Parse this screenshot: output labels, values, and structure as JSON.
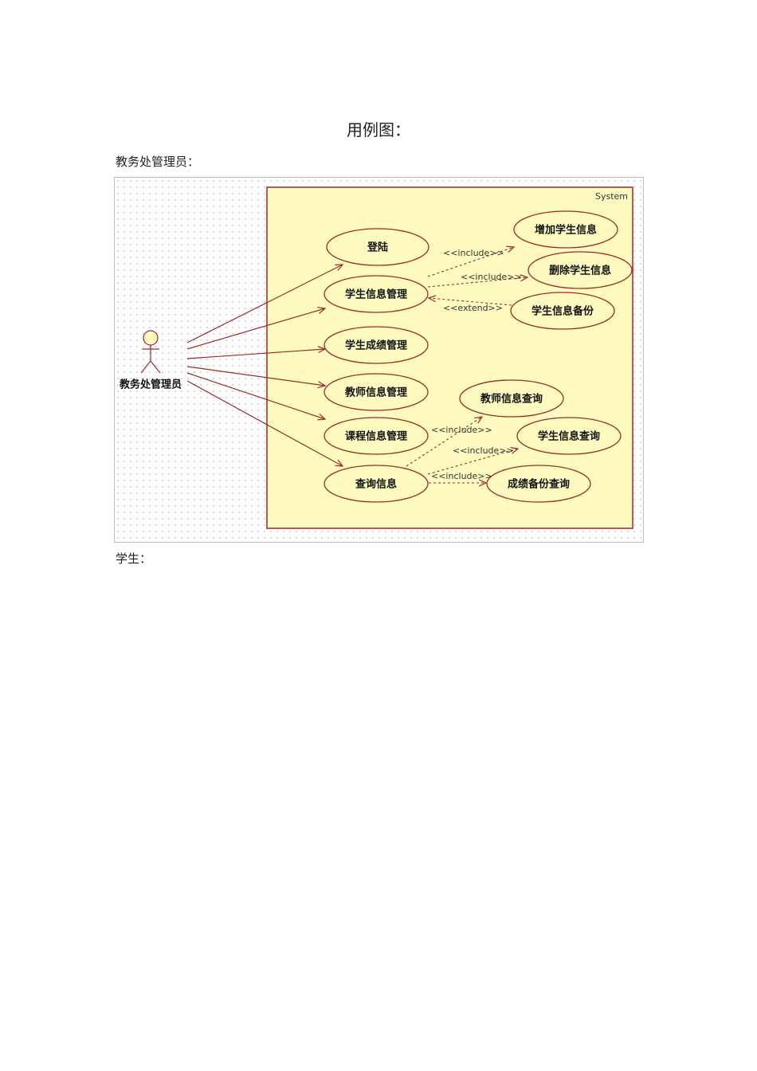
{
  "heading": "用例图：",
  "section1": "教务处管理员：",
  "section2": "学生：",
  "diagram": {
    "system_label": "System",
    "actor": "教务处管理员",
    "use_cases": {
      "login": "登陆",
      "student_info": "学生信息管理",
      "grade": "学生成绩管理",
      "teacher_info": "教师信息管理",
      "course_info": "课程信息管理",
      "query": "查询信息",
      "add_student": "增加学生信息",
      "delete_student": "删除学生信息",
      "backup_student": "学生信息备份",
      "query_teacher": "教师信息查询",
      "query_student": "学生信息查询",
      "query_grade_backup": "成绩备份查询"
    },
    "stereotypes": {
      "include": "<<include>>",
      "extend": "<<extend>>"
    },
    "colors": {
      "line": "#9a2a2a",
      "usecase_fill": "#fffbc0"
    }
  }
}
